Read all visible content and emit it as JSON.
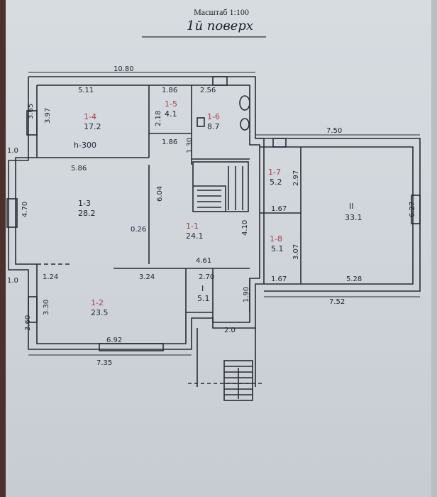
{
  "header": {
    "scale": "Масштаб 1:100",
    "floor": "1й поверх"
  },
  "rooms": [
    {
      "id": "1-4",
      "area": "17.2",
      "note": "h-300"
    },
    {
      "id": "1-5",
      "area": "4.1"
    },
    {
      "id": "1-6",
      "area": "8.7"
    },
    {
      "id": "1-3",
      "area": "28.2"
    },
    {
      "id": "1-1",
      "area": "24.1"
    },
    {
      "id": "1-2",
      "area": "23.5"
    },
    {
      "id": "I",
      "area": "5.1"
    },
    {
      "id": "1-7",
      "area": "5.2"
    },
    {
      "id": "1-8",
      "area": "5.1"
    },
    {
      "id": "II",
      "area": "33.1"
    }
  ],
  "dimensions": {
    "top_overall": "10.80",
    "room14_width": "5.11",
    "room15_width": "1.86",
    "room16_width": "2.56",
    "left_top": "3.65",
    "room14_depth": "3.97",
    "room15_depth": "2.18",
    "corridor_width": "1.86",
    "bath_depth": "1.30",
    "left_offset_top": "1.0",
    "room13_width": "5.86",
    "room13_depth": "4.70",
    "hall_depth": "6.04",
    "hall_gap": "0.26",
    "hall_side": "4.10",
    "hall_width": "4.61",
    "left_offset_bottom": "1.0",
    "room12_top": "1.24",
    "room12_mid": "3.24",
    "vestibule_width": "2.70",
    "room12_depth": "3.30",
    "left_bottom": "3.60",
    "vestibule_depth": "1.90",
    "porch_width": "2.0",
    "room12_width": "6.92",
    "bottom_overall": "7.35",
    "garage_top": "7.50",
    "room17_depth": "2.97",
    "room17_width": "1.67",
    "room18_depth": "3.07",
    "room18_width": "1.67",
    "garage_depth": "6.27",
    "garage_inner": "5.28",
    "garage_bottom": "7.52"
  }
}
